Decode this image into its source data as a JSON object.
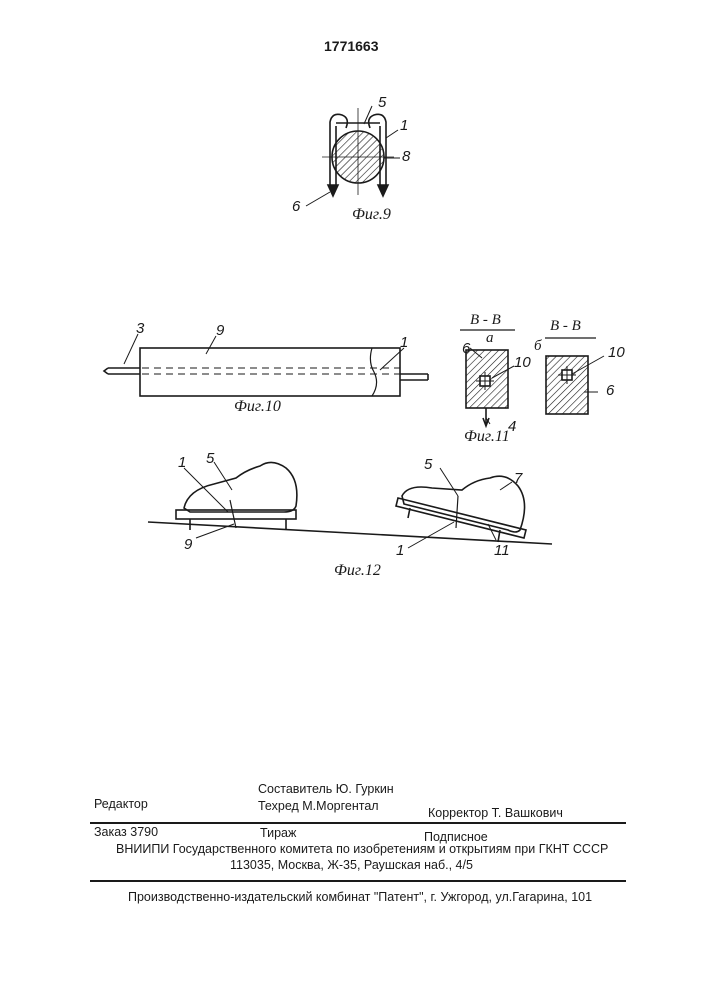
{
  "patent_number": "1771663",
  "fig9": {
    "caption": "Фиг.9",
    "labels": {
      "l5": "5",
      "l1": "1",
      "l8": "8",
      "l6": "6"
    }
  },
  "fig10": {
    "caption": "Фиг.10",
    "labels": {
      "l3": "3",
      "l9": "9",
      "l1": "1"
    }
  },
  "fig11": {
    "caption": "Фиг.11",
    "section_a": {
      "title": "В - В",
      "variant": "а",
      "l6": "6",
      "l10": "10",
      "l4": "4"
    },
    "section_b": {
      "title": "В - В",
      "variant": "б",
      "l10": "10",
      "l6": "6"
    }
  },
  "fig12": {
    "caption": "Фиг.12",
    "left": {
      "l1": "1",
      "l5": "5",
      "l9": "9"
    },
    "right": {
      "l5": "5",
      "l7": "7",
      "l1": "1",
      "l11": "11"
    }
  },
  "footer": {
    "editor": "Редактор",
    "compiler": "Составитель  Ю. Гуркин",
    "techred": "Техред М.Моргентал",
    "corrector": "Корректор Т. Вашкович",
    "order": "Заказ 3790",
    "circulation": "Тираж",
    "subscription": "Подписное",
    "vniipi_line": "ВНИИПИ Государственного комитета по изобретениям и открытиям при ГКНТ СССР",
    "address": "113035, Москва, Ж-35, Раушская наб., 4/5",
    "publisher": "Производственно-издательский комбинат \"Патент\", г. Ужгород, ул.Гагарина, 101"
  }
}
